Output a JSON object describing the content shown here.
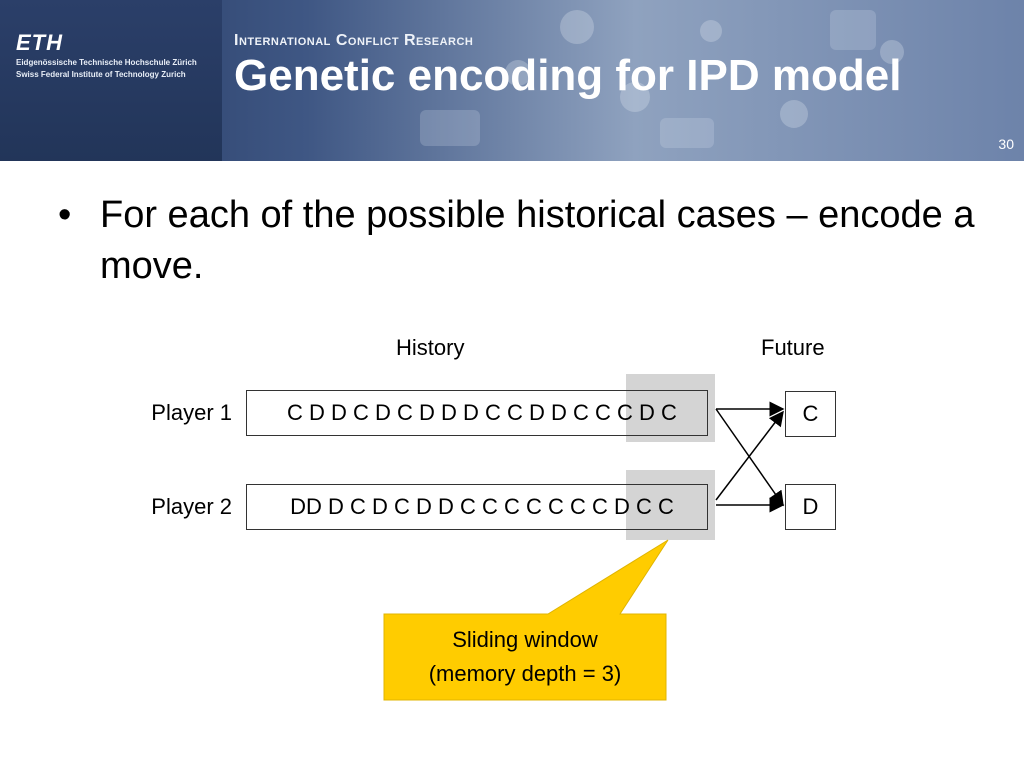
{
  "header": {
    "logo": "ETH",
    "institution_line1": "Eidgenössische Technische Hochschule Zürich",
    "institution_line2": "Swiss Federal Institute of Technology Zurich",
    "group": "International Conflict Research",
    "title": "Genetic encoding for IPD model",
    "page_number": "30"
  },
  "bullet": {
    "text": "For each of the possible historical cases – encode a move."
  },
  "diagram": {
    "history_label": "History",
    "future_label": "Future",
    "player1_label": "Player 1",
    "player2_label": "Player 2",
    "player1_sequence": "C D D C D C D D D C C D D C C C D C",
    "player2_sequence": "DD D C D C D D  C C C C C C C D C C",
    "output1": "C",
    "output2": "D",
    "callout_line1": "Sliding window",
    "callout_line2": "(memory depth = 3)",
    "callout_color": "#ffcc00"
  }
}
